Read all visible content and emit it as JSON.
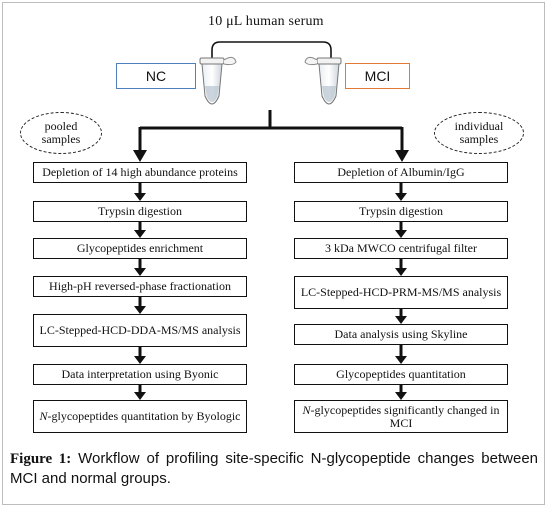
{
  "header": {
    "sample_label": "10 μL  human serum"
  },
  "groups": {
    "left": "NC",
    "right": "MCI"
  },
  "sample_types": {
    "left_lines": [
      "pooled",
      "samples"
    ],
    "right_lines": [
      "individual",
      "samples"
    ]
  },
  "left_steps": [
    {
      "text": "Depletion of 14 high abundance proteins"
    },
    {
      "text": "Trypsin digestion"
    },
    {
      "text": "Glycopeptides enrichment"
    },
    {
      "text": "High-pH reversed-phase fractionation"
    },
    {
      "text": "LC-Stepped-HCD-DDA-MS/MS analysis"
    },
    {
      "text": "Data interpretation using Byonic"
    },
    {
      "italic_prefix": "N",
      "text": "-glycopeptides quantitation by Byologic"
    }
  ],
  "right_steps": [
    {
      "text": "Depletion of Albumin/IgG"
    },
    {
      "text": "Trypsin digestion"
    },
    {
      "text": "3 kDa MWCO centrifugal filter"
    },
    {
      "text": "LC-Stepped-HCD-PRM-MS/MS analysis"
    },
    {
      "text": "Data analysis using Skyline"
    },
    {
      "text": "Glycopeptides quantitation"
    },
    {
      "italic_prefix": "N",
      "text": "-glycopeptides significantly changed in MCI"
    }
  ],
  "caption": {
    "label": "Figure 1:",
    "text": "Workflow of profiling site-specific N-glycopeptide changes between MCI and normal groups."
  },
  "colors": {
    "nc_border": "#4f7fbd",
    "mci_border": "#e07a34",
    "arrow": "#111111"
  },
  "icons": [
    "microtube-icon",
    "microtube-icon"
  ]
}
